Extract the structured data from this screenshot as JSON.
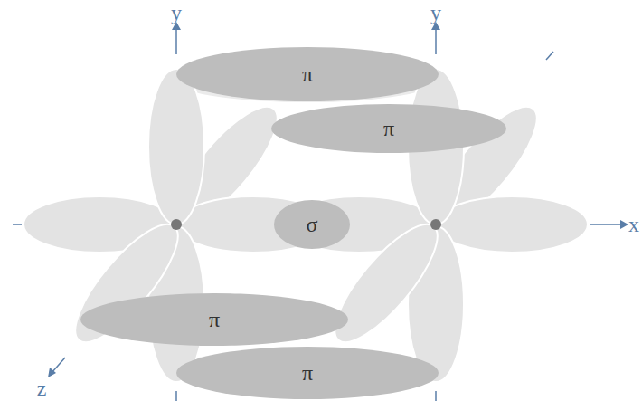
{
  "diagram": {
    "nodes": [
      {
        "text": [
          "π"
        ]
      },
      {
        "text": [
          "π"
        ]
      },
      {
        "text": [
          "σ"
        ]
      },
      {
        "text": [
          "π"
        ]
      },
      {
        "text": [
          "π"
        ]
      }
    ],
    "labels": [
      "y",
      "y",
      "x",
      "z"
    ]
  }
}
